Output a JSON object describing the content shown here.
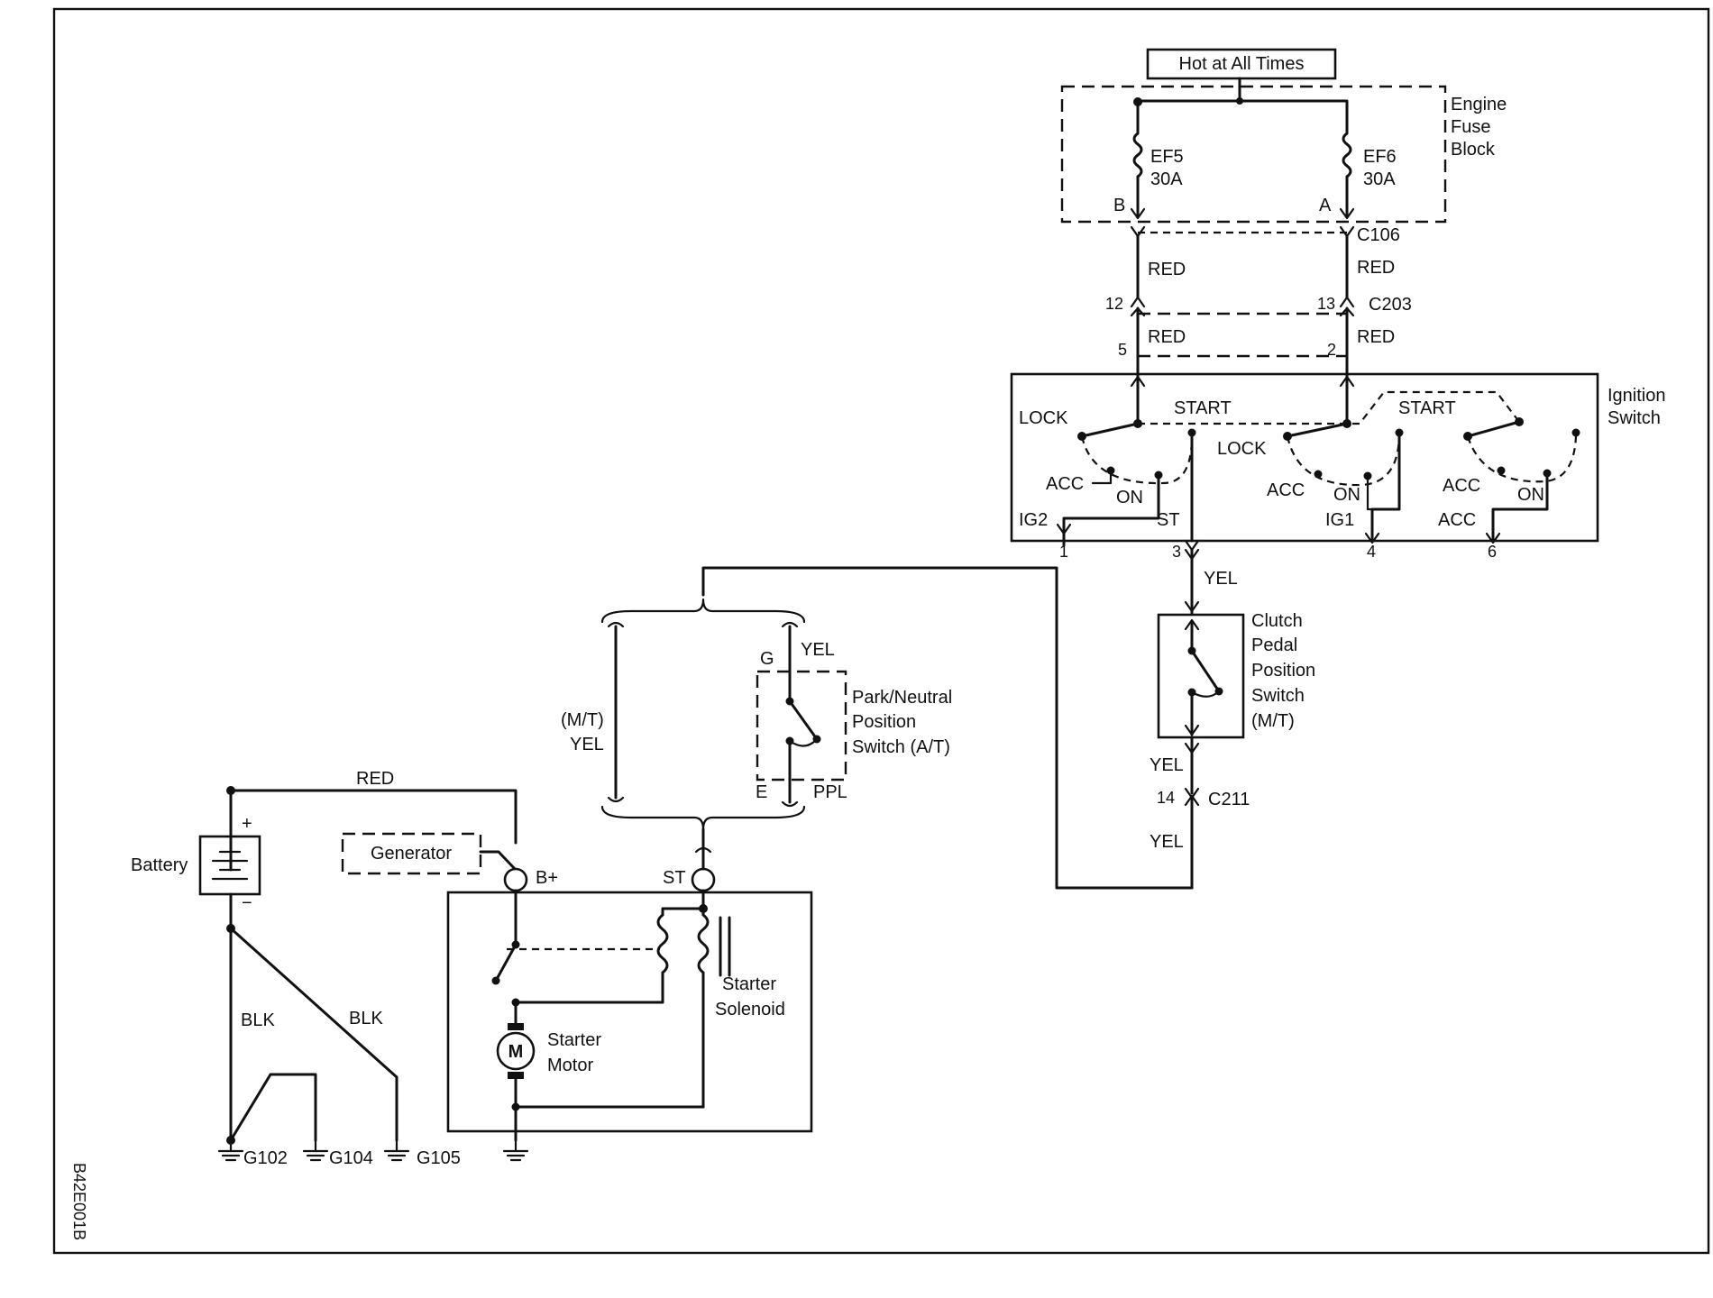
{
  "figure_id": "B42E001B",
  "power": {
    "hot_label": "Hot at All Times"
  },
  "fuse_block": {
    "label": [
      "Engine",
      "Fuse",
      "Block"
    ],
    "fuses": [
      {
        "name": "EF5",
        "rating": "30A",
        "pin": "B"
      },
      {
        "name": "EF6",
        "rating": "30A",
        "pin": "A"
      }
    ]
  },
  "connectors": {
    "c106": "C106",
    "c203": "C203",
    "c203_pins": [
      "12",
      "13"
    ],
    "c211": "C211",
    "c211_pin": "14"
  },
  "wires": {
    "red": "RED",
    "yel": "YEL",
    "blk": "BLK",
    "ppl": "PPL",
    "mt_yel": [
      "(M/T)",
      "YEL"
    ]
  },
  "ignition_switch": {
    "label": [
      "Ignition",
      "Switch"
    ],
    "input_pins": [
      "5",
      "2"
    ],
    "positions": {
      "lock": "LOCK",
      "acc": "ACC",
      "on": "ON",
      "start": "START"
    },
    "outputs": {
      "ig2": "IG2",
      "st": "ST",
      "ig1": "IG1",
      "acc": "ACC"
    },
    "output_pins": [
      "1",
      "3",
      "4",
      "6"
    ]
  },
  "clutch_switch": {
    "label": [
      "Clutch",
      "Pedal",
      "Position",
      "Switch",
      "(M/T)"
    ]
  },
  "park_neutral_switch": {
    "label": [
      "Park/Neutral",
      "Position",
      "Switch (A/T)"
    ],
    "pins": {
      "top": "G",
      "bottom": "E"
    }
  },
  "battery": {
    "label": "Battery",
    "plus": "+",
    "minus": "−"
  },
  "generator": {
    "label": "Generator"
  },
  "starter": {
    "b_plus": "B+",
    "st": "ST",
    "solenoid_label": [
      "Starter",
      "Solenoid"
    ],
    "motor_label": [
      "Starter",
      "Motor"
    ],
    "motor_symbol": "M"
  },
  "grounds": [
    "G102",
    "G104",
    "G105"
  ]
}
